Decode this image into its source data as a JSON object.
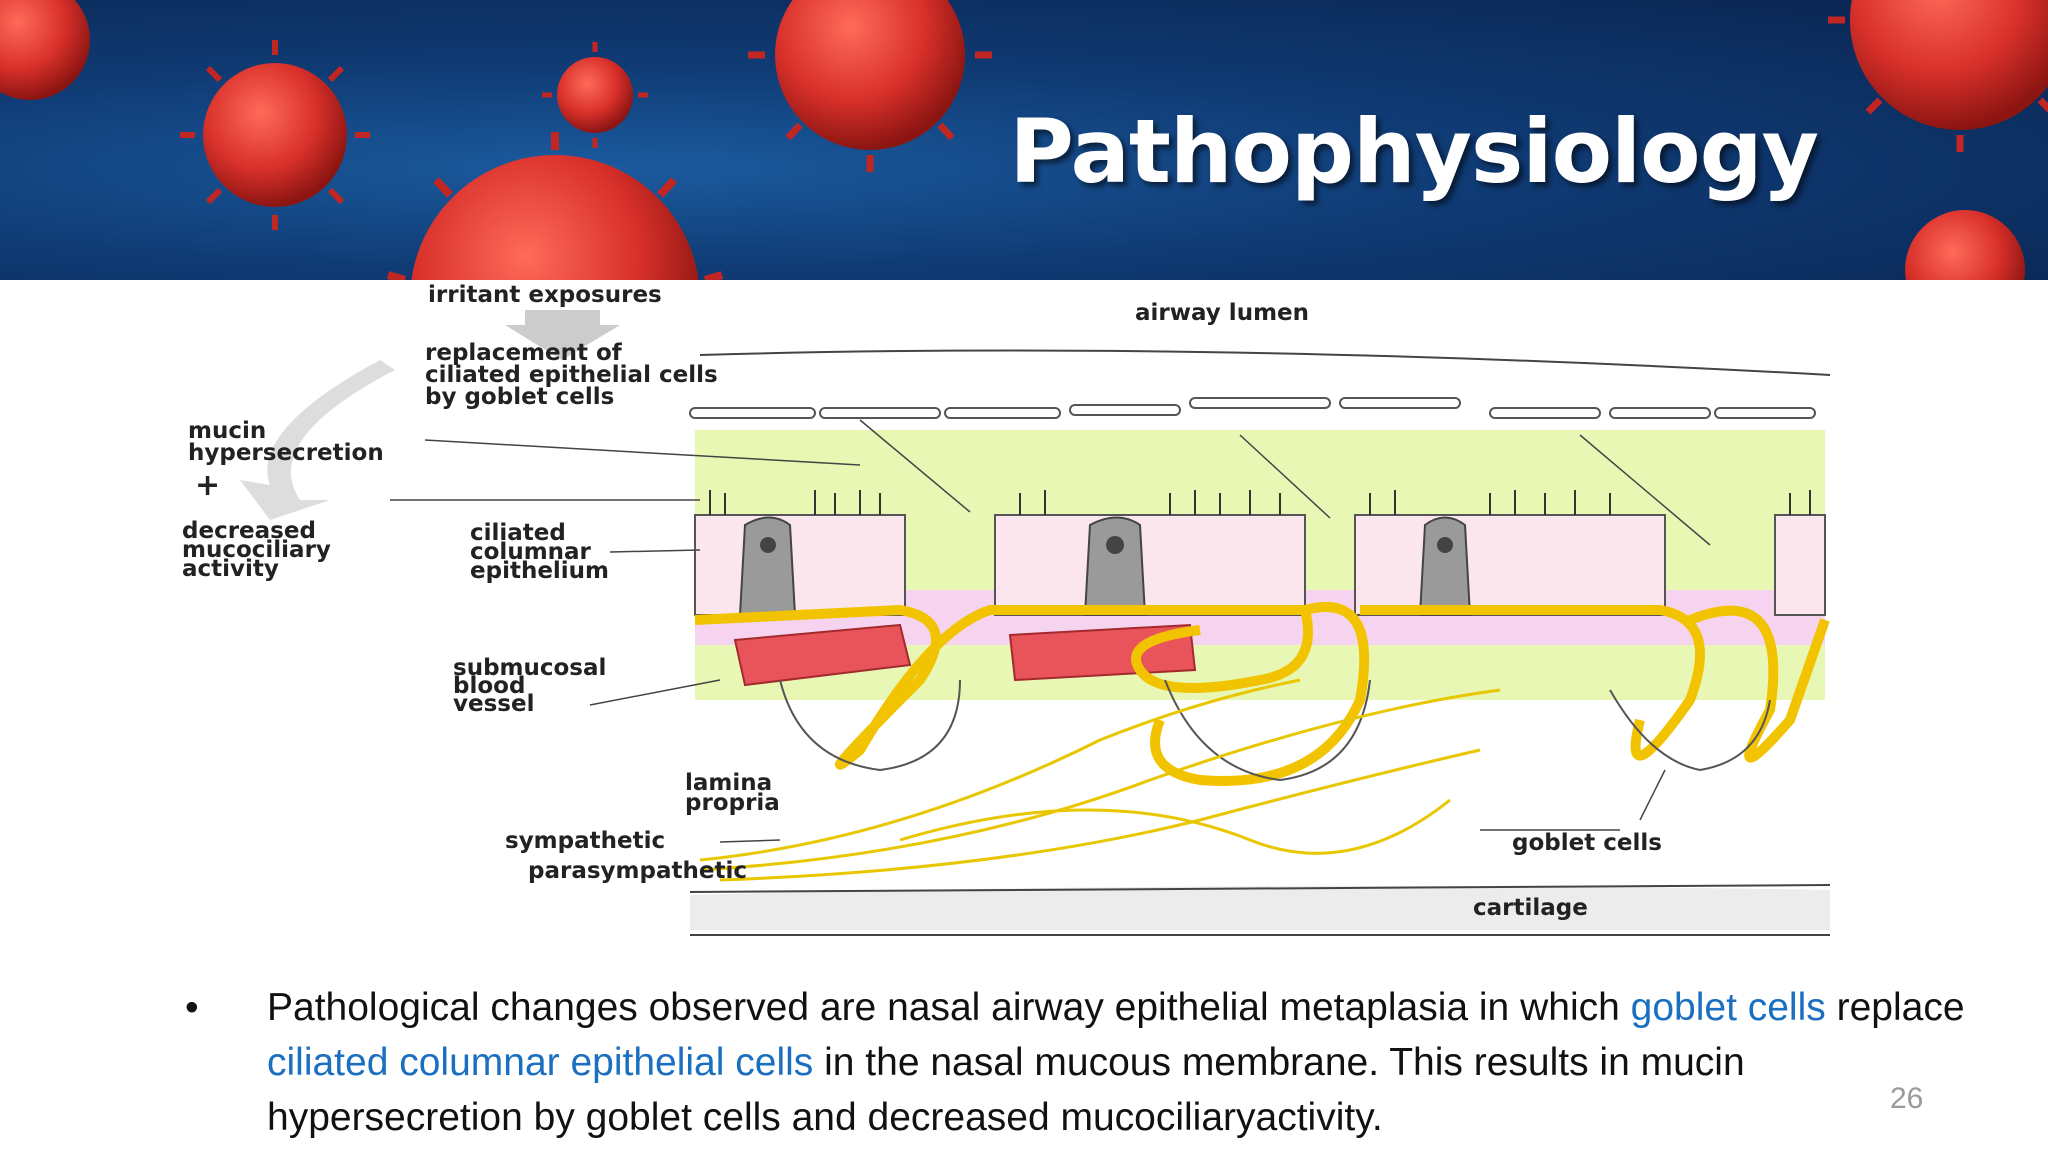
{
  "slide": {
    "title": "Pathophysiology",
    "page_number": "26"
  },
  "diagram": {
    "labels": {
      "irritant": "irritant exposures",
      "replacement_1": "replacement of",
      "replacement_2": "ciliated epithelial cells",
      "replacement_3": "by goblet cells",
      "airway_lumen": "airway lumen",
      "mucin_1": "mucin",
      "mucin_2": "hypersecretion",
      "plus": "+",
      "decreased_1": "decreased",
      "decreased_2": "mucociliary",
      "decreased_3": "activity",
      "ciliated_1": "ciliated",
      "ciliated_2": "columnar",
      "ciliated_3": "epithelium",
      "submucosal_1": "submucosal",
      "submucosal_2": "blood",
      "submucosal_3": "vessel",
      "lamina_1": "lamina",
      "lamina_2": "propria",
      "sympathetic": "sympathetic",
      "parasympathetic": "parasympathetic",
      "goblet": "goblet cells",
      "cartilage": "cartilage"
    }
  },
  "bullet": {
    "marker": "•",
    "seg1": "Pathological changes observed are nasal airway epithelial metaplasia in which ",
    "seg2": "goblet cells",
    "seg3": " replace ",
    "seg4": "ciliated columnar epithelial cells",
    "seg5": " in the nasal mucous membrane. This results in mucin hypersecretion by goblet cells and decreased mucociliaryactivity."
  },
  "colors": {
    "header_bg": "#0f3a73",
    "virus": "#d8302a",
    "highlight_text": "#1a6fc0",
    "basement_membrane": "#f2c300",
    "lamina": "#dff27a"
  }
}
